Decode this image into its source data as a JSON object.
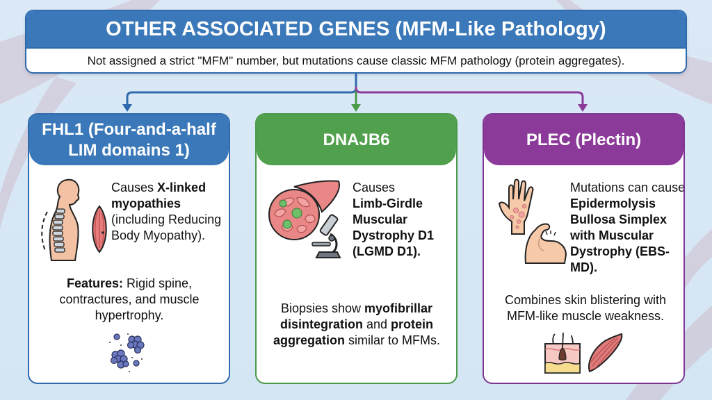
{
  "header": {
    "title": "OTHER ASSOCIATED GENES (MFM-Like Pathology)",
    "subtitle": "Not assigned a strict \"MFM\" number, but mutations cause classic MFM pathology (protein aggregates)."
  },
  "colors": {
    "blue": "#3a78b9",
    "green": "#50a04d",
    "purple": "#8c3a99",
    "background": "#d8e8f5"
  },
  "cards": [
    {
      "title": "FHL1 (Four-and-a-half LIM domains 1)",
      "title_line1": "FHL1 (Four-and-a-half",
      "title_line2": "LIM domains 1)",
      "main_pre": "Causes ",
      "main_bold": "X-linked myopathies",
      "main_post": " (including Reducing Body Myopathy).",
      "features_label": "Features:",
      "features_text": " Rigid spine, contractures, and muscle hypertrophy.",
      "icons": [
        "spine-posture-icon",
        "muscle-fiber-icon",
        "protein-aggregates-icon"
      ]
    },
    {
      "title": "DNAJB6",
      "main_pre": "Causes",
      "main_bold": "Limb-Girdle Muscular Dystrophy D1 (LGMD D1).",
      "biopsy_pre": "Biopsies show ",
      "biopsy_bold1": "myofibrillar disintegration",
      "biopsy_mid": " and ",
      "biopsy_bold2": "protein aggregation",
      "biopsy_post": " similar to MFMs.",
      "icons": [
        "muscle-cross-section-icon",
        "microscope-icon"
      ]
    },
    {
      "title": "PLEC (Plectin)",
      "main_pre": "Mutations can cause",
      "main_bold": "Epidermolysis Bullosa Simplex with Muscular Dystrophy (EBS-MD).",
      "combine_text": "Combines skin blistering with MFM-like muscle weakness.",
      "icons": [
        "blistered-hand-icon",
        "flexed-arm-icon",
        "skin-layers-icon",
        "muscle-icon"
      ]
    }
  ]
}
